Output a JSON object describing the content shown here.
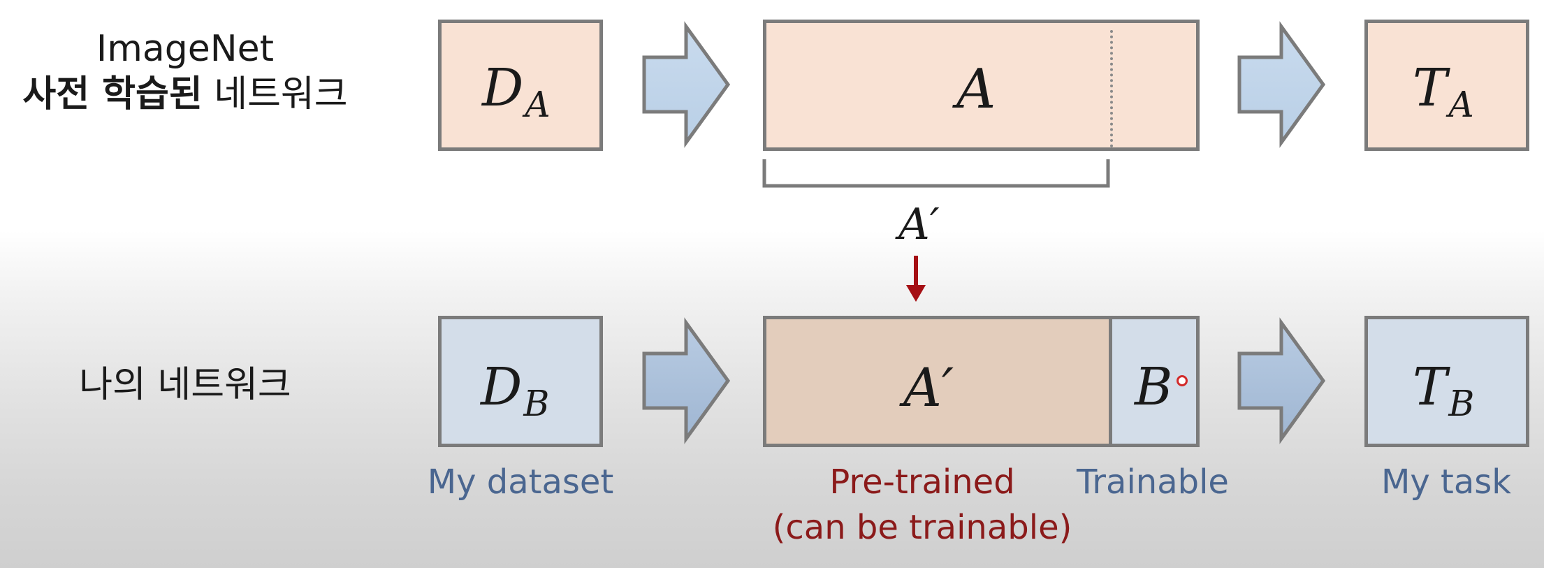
{
  "top_row": {
    "label_line1": "ImageNet",
    "label_line2_bold": "사전 학습된",
    "label_line2_rest": " 네트워크",
    "dataset_main": "D",
    "dataset_sub": "A",
    "network": "A",
    "task_main": "T",
    "task_sub": "A",
    "bracket_label": "A′"
  },
  "bottom_row": {
    "label": "나의 네트워크",
    "dataset_main": "D",
    "dataset_sub": "B",
    "network_pretrained": "A′",
    "network_trainable": "B",
    "task_main": "T",
    "task_sub": "B",
    "caption_dataset": "My dataset",
    "caption_pretrained_1": "Pre-trained",
    "caption_pretrained_2": "(can be trainable)",
    "caption_trainable": "Trainable",
    "caption_task": "My task"
  },
  "colors": {
    "peach": "#f9e2d4",
    "blue": "#d3dde9",
    "tan": "#e3cdbc",
    "arrow_fill": "#c4d6ea",
    "border": "#7b7b7b",
    "red_arrow": "#a50f14",
    "caption_blue": "#4a6690",
    "caption_red": "#8b1a1a"
  }
}
